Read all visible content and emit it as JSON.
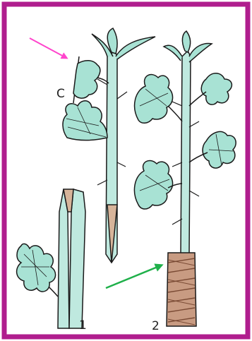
{
  "labels": {
    "c": "C",
    "one": "1",
    "two": "2"
  },
  "colors": {
    "border": "#b01e8e",
    "stem": "#bfe9df",
    "leaf": "#a8e2d4",
    "outline": "#1a1a1a",
    "cut": "#d7b49a",
    "wrap": "#b07a5e",
    "arrow_pink": "#ff44cc",
    "arrow_green": "#1fb04a"
  },
  "arrows": [
    {
      "name": "pink-arrow",
      "color_key": "arrow_pink"
    },
    {
      "name": "green-arrow",
      "color_key": "arrow_green"
    }
  ]
}
